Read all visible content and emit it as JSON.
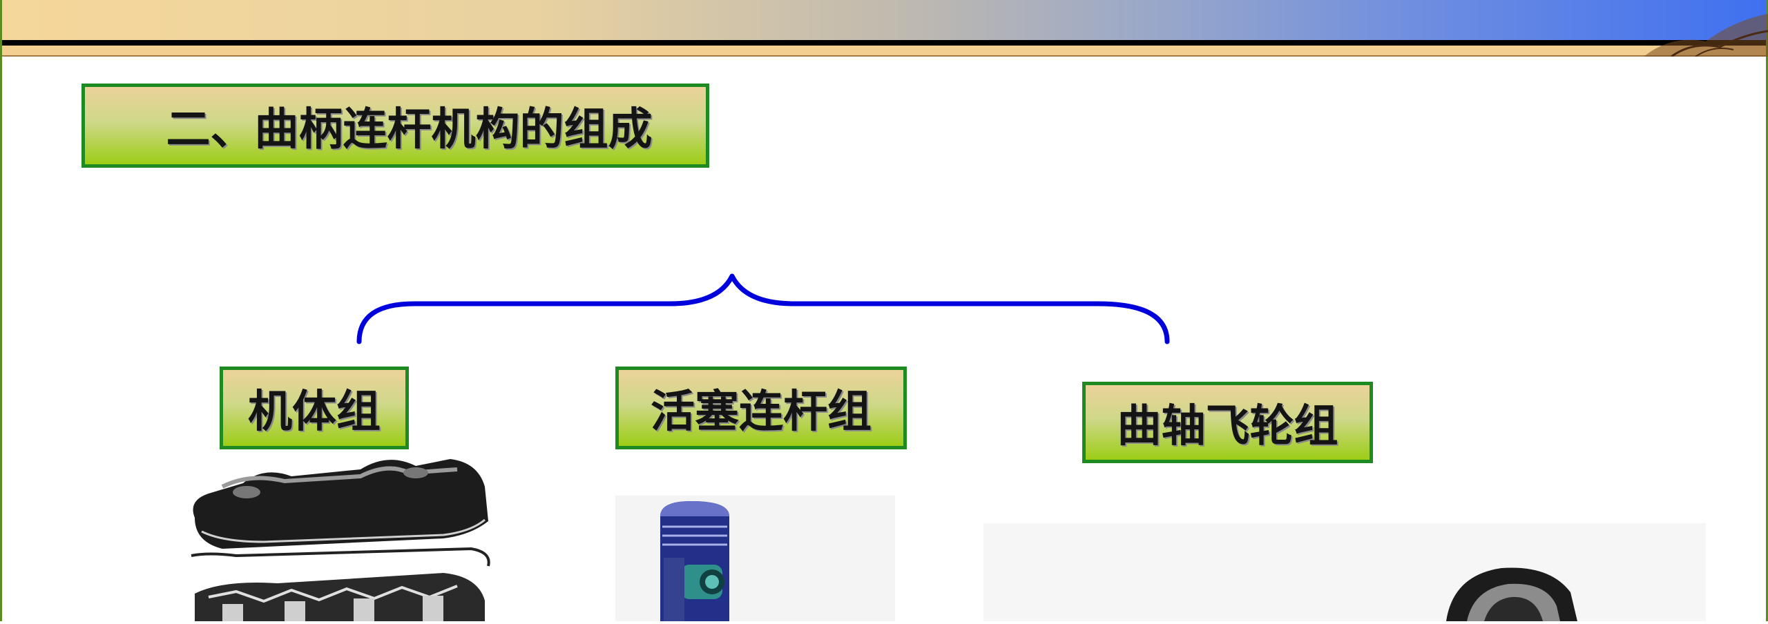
{
  "slide": {
    "title": "二、曲柄连杆机构的组成",
    "groups": [
      {
        "label": "机体组"
      },
      {
        "label": "活塞连杆组"
      },
      {
        "label": "曲轴飞轮组"
      }
    ]
  },
  "colors": {
    "label_border": "#1e8a22",
    "brace": "#0000dd",
    "header_gradient_start": "#f5d79a",
    "header_gradient_end": "#3f70f0"
  }
}
